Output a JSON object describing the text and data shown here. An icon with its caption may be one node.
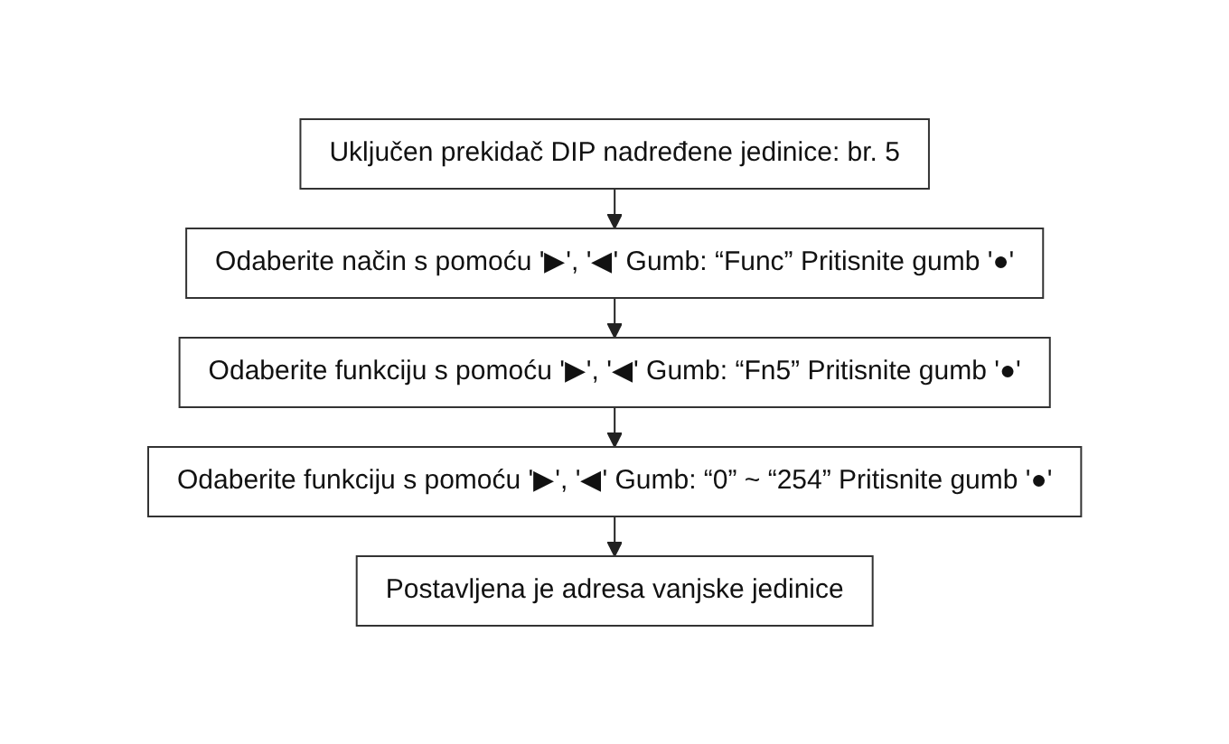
{
  "diagram": {
    "nodes": [
      {
        "text": [
          "Uključen prekidač DIP nadređene jedinice: br. 5"
        ]
      },
      {
        "text": [
          "Odaberite način s pomoću '▶', '◀' Gumb: “Func” Pritisnite gumb '●'"
        ]
      },
      {
        "text": [
          "Odaberite funkciju s pomoću '▶', '◀' Gumb: “Fn5” Pritisnite gumb '●'"
        ]
      },
      {
        "text": [
          "Odaberite funkciju s pomoću '▶', '◀' Gumb: “0” ~ “254” Pritisnite gumb '●'"
        ]
      },
      {
        "text": [
          "Postavljena je adresa vanjske jedinice"
        ]
      }
    ],
    "edges": [
      {
        "from": 0,
        "to": 1,
        "arrow": "to"
      },
      {
        "from": 1,
        "to": 2,
        "arrow": "to"
      },
      {
        "from": 2,
        "to": 3,
        "arrow": "to"
      },
      {
        "from": 3,
        "to": 4,
        "arrow": "to"
      }
    ]
  }
}
